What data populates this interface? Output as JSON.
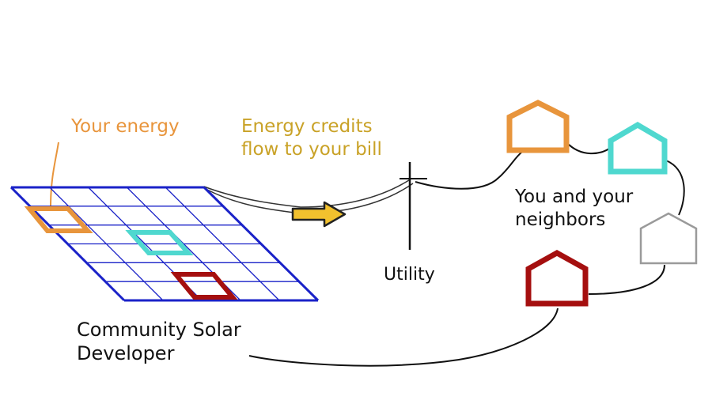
{
  "labels": {
    "your_energy": "Your energy",
    "credits_line1": "Energy credits",
    "credits_line2": "flow to your bill",
    "utility": "Utility",
    "neighbors_line1": "You and your",
    "neighbors_line2": "neighbors",
    "developer_line1": "Community Solar",
    "developer_line2": "Developer"
  },
  "colors": {
    "your_energy": "#e8953c",
    "credits": "#c9a227",
    "grid": "#1a22c8",
    "arrow_fill": "#f2c12e",
    "house_orange": "#e8953c",
    "house_teal": "#4fd8cf",
    "house_gray": "#9a9a9a",
    "house_red": "#a50f0f"
  }
}
